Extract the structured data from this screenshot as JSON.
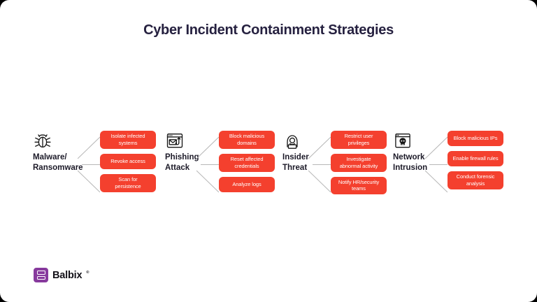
{
  "title": "Cyber Incident Containment Strategies",
  "brand": {
    "name": "Balbix",
    "mark": "®"
  },
  "colors": {
    "strategy_box": "#f4402e",
    "box_text": "#ffffff",
    "title_text": "#262140",
    "label_text": "#1c1a28",
    "connector_line": "#b8b8b8",
    "brand_purple": "#873a9d",
    "canvas": "#ffffff",
    "page_background": "#000000"
  },
  "groups": [
    {
      "label": "Malware/\nRansomware",
      "icon": "bug-icon",
      "strategies": [
        "Isolate infected\nsystems",
        "Revoke access",
        "Scan for\npersistence"
      ]
    },
    {
      "label": "Phishing\nAttack",
      "icon": "browser-mail-hook-icon",
      "strategies": [
        "Block malicious\ndomains",
        "Reset affected\ncredentials",
        "Analyze logs"
      ]
    },
    {
      "label": "Insider\nThreat",
      "icon": "hooded-hacker-icon",
      "strategies": [
        "Restrict user\nprivileges",
        "Investigate\nabnormal activity",
        "Notify HR/security\nteams"
      ]
    },
    {
      "label": "Network\nIntrusion",
      "icon": "browser-skull-icon",
      "strategies": [
        "Block malicious IPs",
        "Enable firewall rules",
        "Conduct forensic\nanalysis"
      ]
    }
  ]
}
